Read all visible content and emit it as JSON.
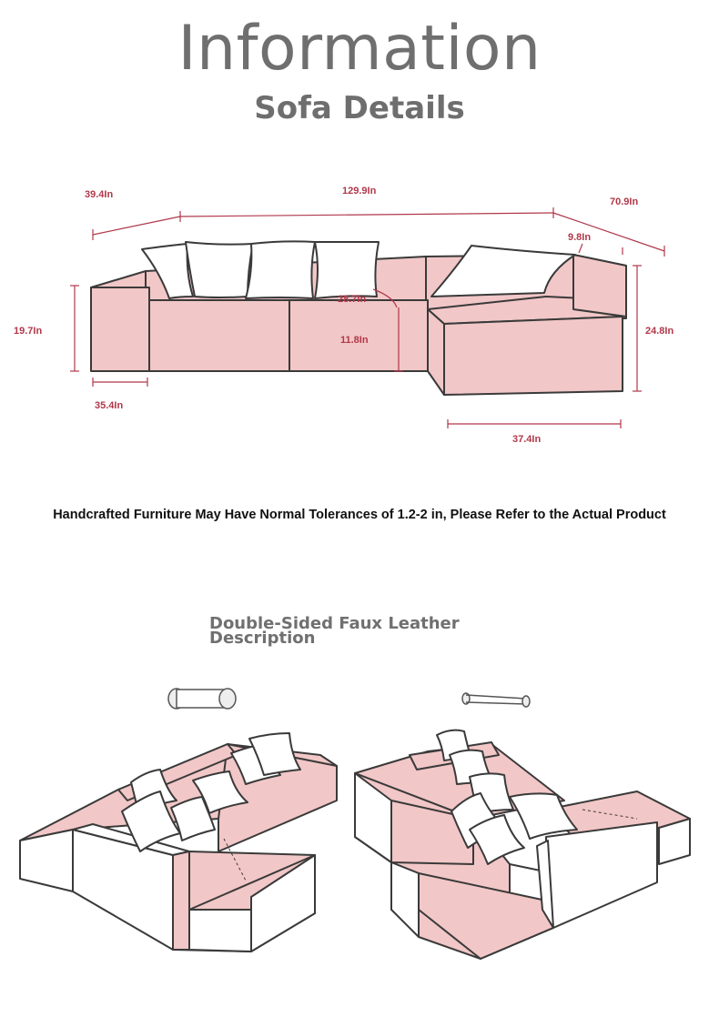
{
  "header": {
    "title": "Information",
    "subtitle": "Sofa Details"
  },
  "dimensions": {
    "d1": "39.4In",
    "d2": "129.9In",
    "d3": "70.9In",
    "d4": "9.8In",
    "d5": "28.7In",
    "d6": "19.7In",
    "d7": "11.8In",
    "d8": "24.8In",
    "d9": "35.4In",
    "d10": "37.4In"
  },
  "note": "Handcrafted Furniture May Have Normal Tolerances of 1.2-2 in, Please Refer to the Actual Product",
  "description": {
    "line1": "Double-Sided Faux Leather",
    "line2": "Description"
  },
  "colors": {
    "upholstery": "#f2c7c7",
    "outline": "#3a3a3a",
    "dimension": "#b0384a"
  }
}
